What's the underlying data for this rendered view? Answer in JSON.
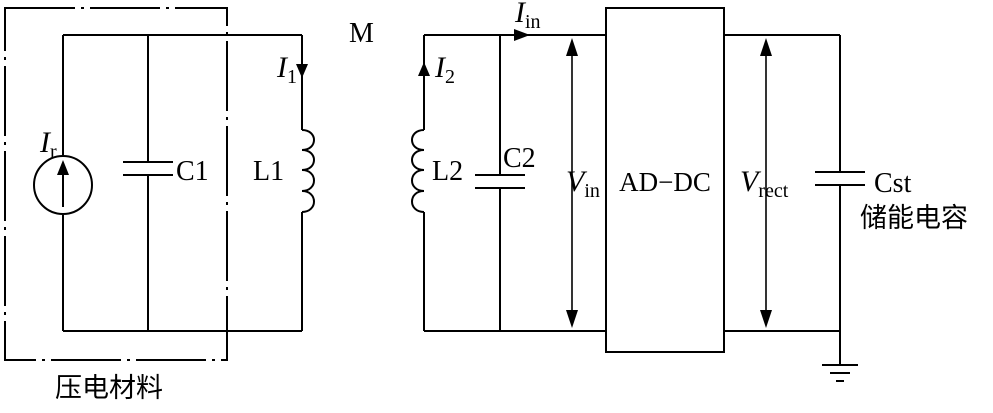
{
  "labels": {
    "ir_main": "I",
    "ir_sub": "r",
    "c1": "C1",
    "l1": "L1",
    "i1_main": "I",
    "i1_sub": "1",
    "m": "M",
    "iin_main": "I",
    "iin_sub": "in",
    "i2_main": "I",
    "i2_sub": "2",
    "l2": "L2",
    "c2": "C2",
    "vin_main": "V",
    "vin_sub": "in",
    "adc": "AD−DC",
    "vrect_main": "V",
    "vrect_sub": "rect",
    "cst": "Cst",
    "storage_cap": "储能电容",
    "piezo_material": "压电材料"
  }
}
